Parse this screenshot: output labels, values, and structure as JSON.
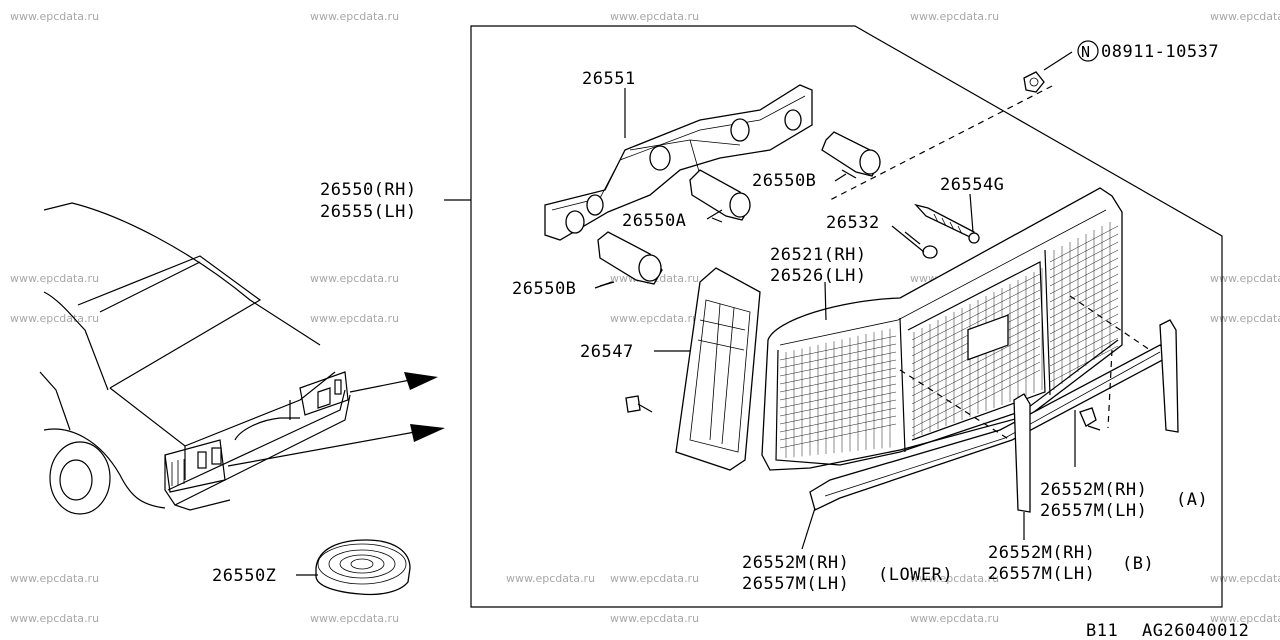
{
  "watermarks": [
    "www.epcdata.ru"
  ],
  "parts": {
    "p26551": "26551",
    "p26550_rh": "26550(RH)",
    "p26555_lh": "26555(LH)",
    "p26550B_top": "26550B",
    "p26550A": "26550A",
    "p26550B_bottom": "26550B",
    "p26554G": "26554G",
    "p26532": "26532",
    "p26521_rh": "26521(RH)",
    "p26526_lh": "26526(LH)",
    "p26547": "26547",
    "p08911": "08911-10537",
    "nut_marker": "N",
    "p26552M_A_rh": "26552M(RH)",
    "p26557M_A_lh": "26557M(LH)",
    "suffix_A": "(A)",
    "p26552M_lower_rh": "26552M(RH)",
    "p26557M_lower_lh": "26557M(LH)",
    "suffix_lower": "(LOWER)",
    "p26552M_B_rh": "26552M(RH)",
    "p26557M_B_lh": "26557M(LH)",
    "suffix_B": "(B)",
    "p26550Z": "26550Z"
  },
  "footer": {
    "model": "B11",
    "code": "AG26040012"
  }
}
